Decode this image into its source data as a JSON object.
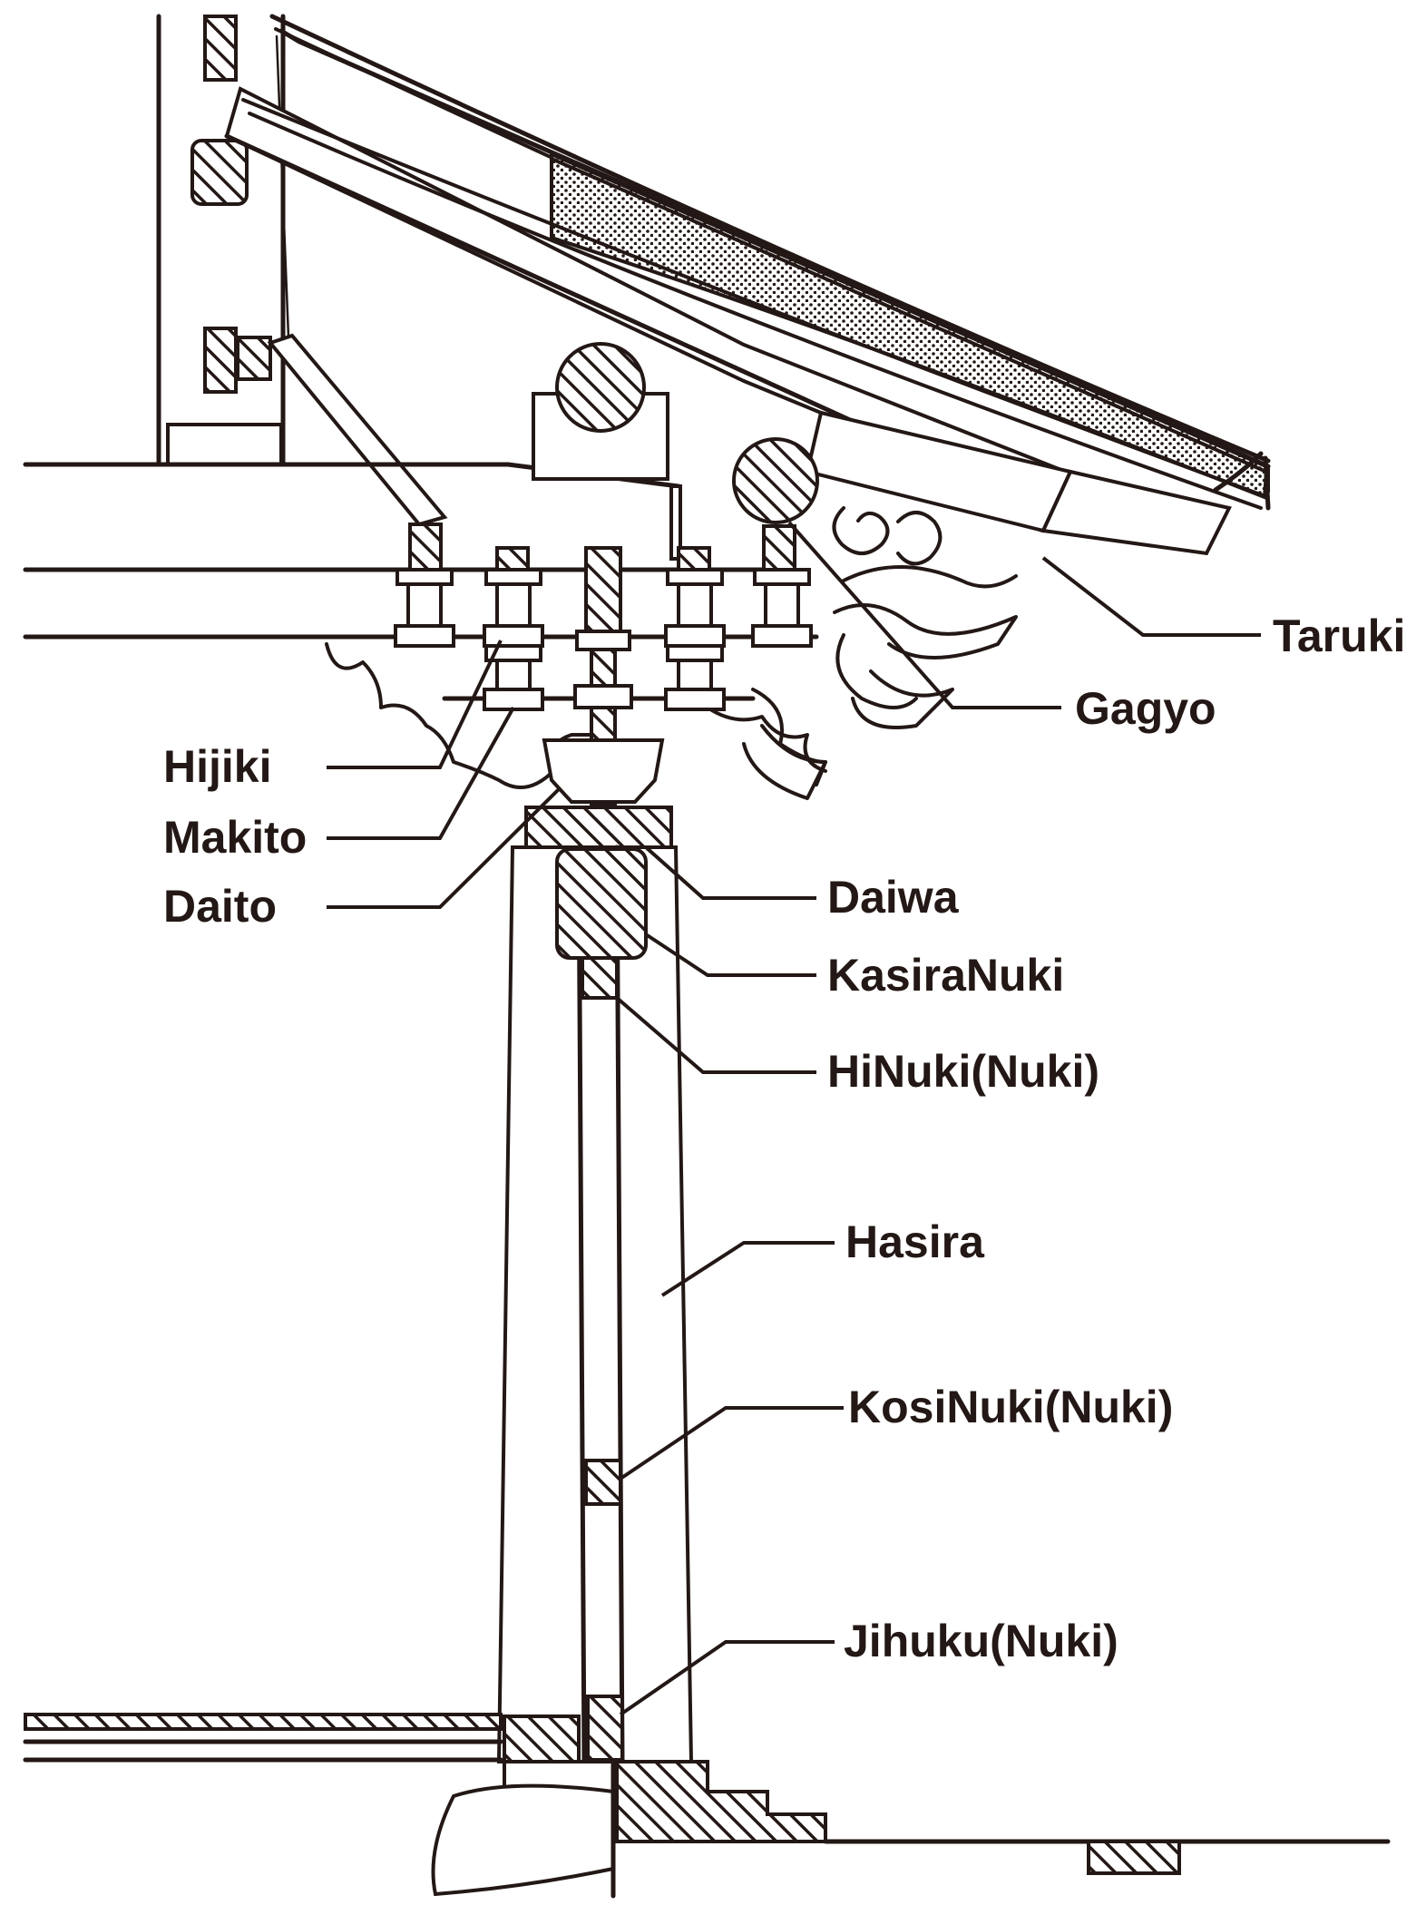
{
  "labels": {
    "taruki": "Taruki",
    "gagyo": "Gagyo",
    "hijiki": "Hijiki",
    "makito": "Makito",
    "daito": "Daito",
    "daiwa": "Daiwa",
    "kasiranuki": "KasiraNuki",
    "hinuki": "HiNuki(Nuki)",
    "hasira": "Hasira",
    "kosinuki": "KosiNuki(Nuki)",
    "jihuku": "Jihuku(Nuki)"
  },
  "colors": {
    "ink": "#231815",
    "paper": "#ffffff"
  }
}
